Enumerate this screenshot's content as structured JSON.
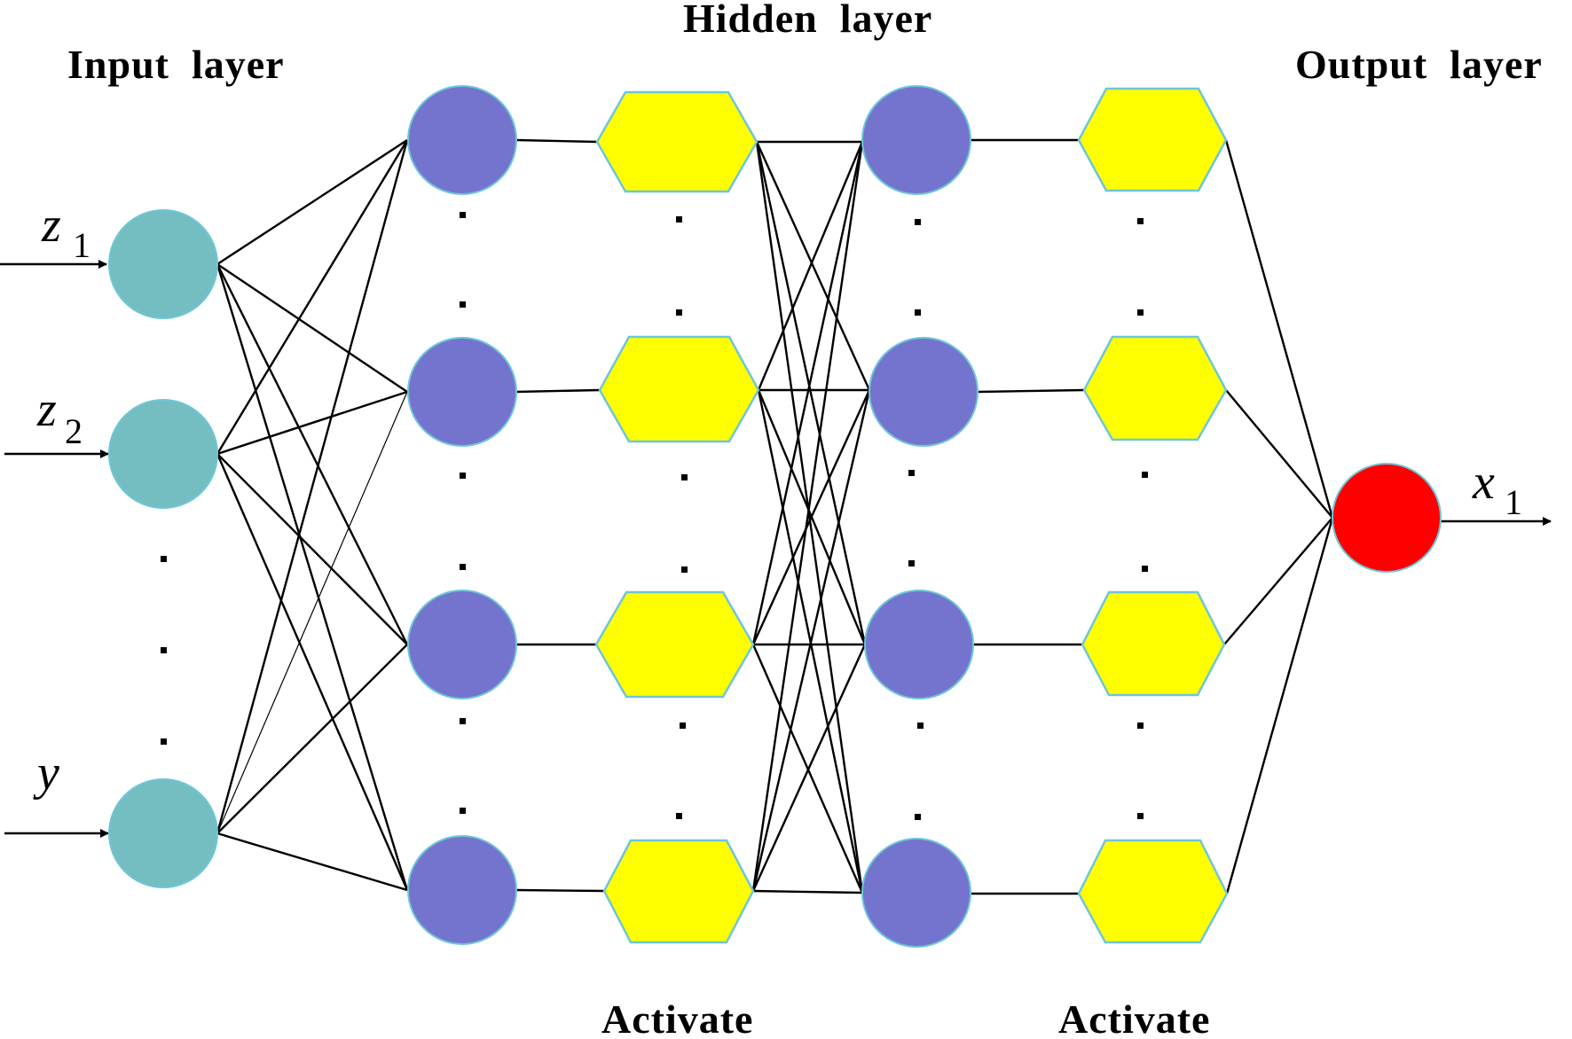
{
  "headings": {
    "input": "Input  layer",
    "hidden": "Hidden  layer",
    "output": "Output  layer",
    "activate_1": "Activate",
    "activate_2": "Activate"
  },
  "inputs": {
    "z1": {
      "symbol": "z",
      "subscript": "1"
    },
    "z2": {
      "symbol": "z",
      "subscript": "2"
    },
    "y": {
      "symbol": "y"
    }
  },
  "output": {
    "symbol": "x",
    "subscript": "1"
  },
  "colors": {
    "input_node": "#74BEC1",
    "hidden_node": "#7474CE",
    "activation_node": "#FFFF00",
    "activation_stroke": "#6EC6D8",
    "output_node": "#FF0000"
  }
}
